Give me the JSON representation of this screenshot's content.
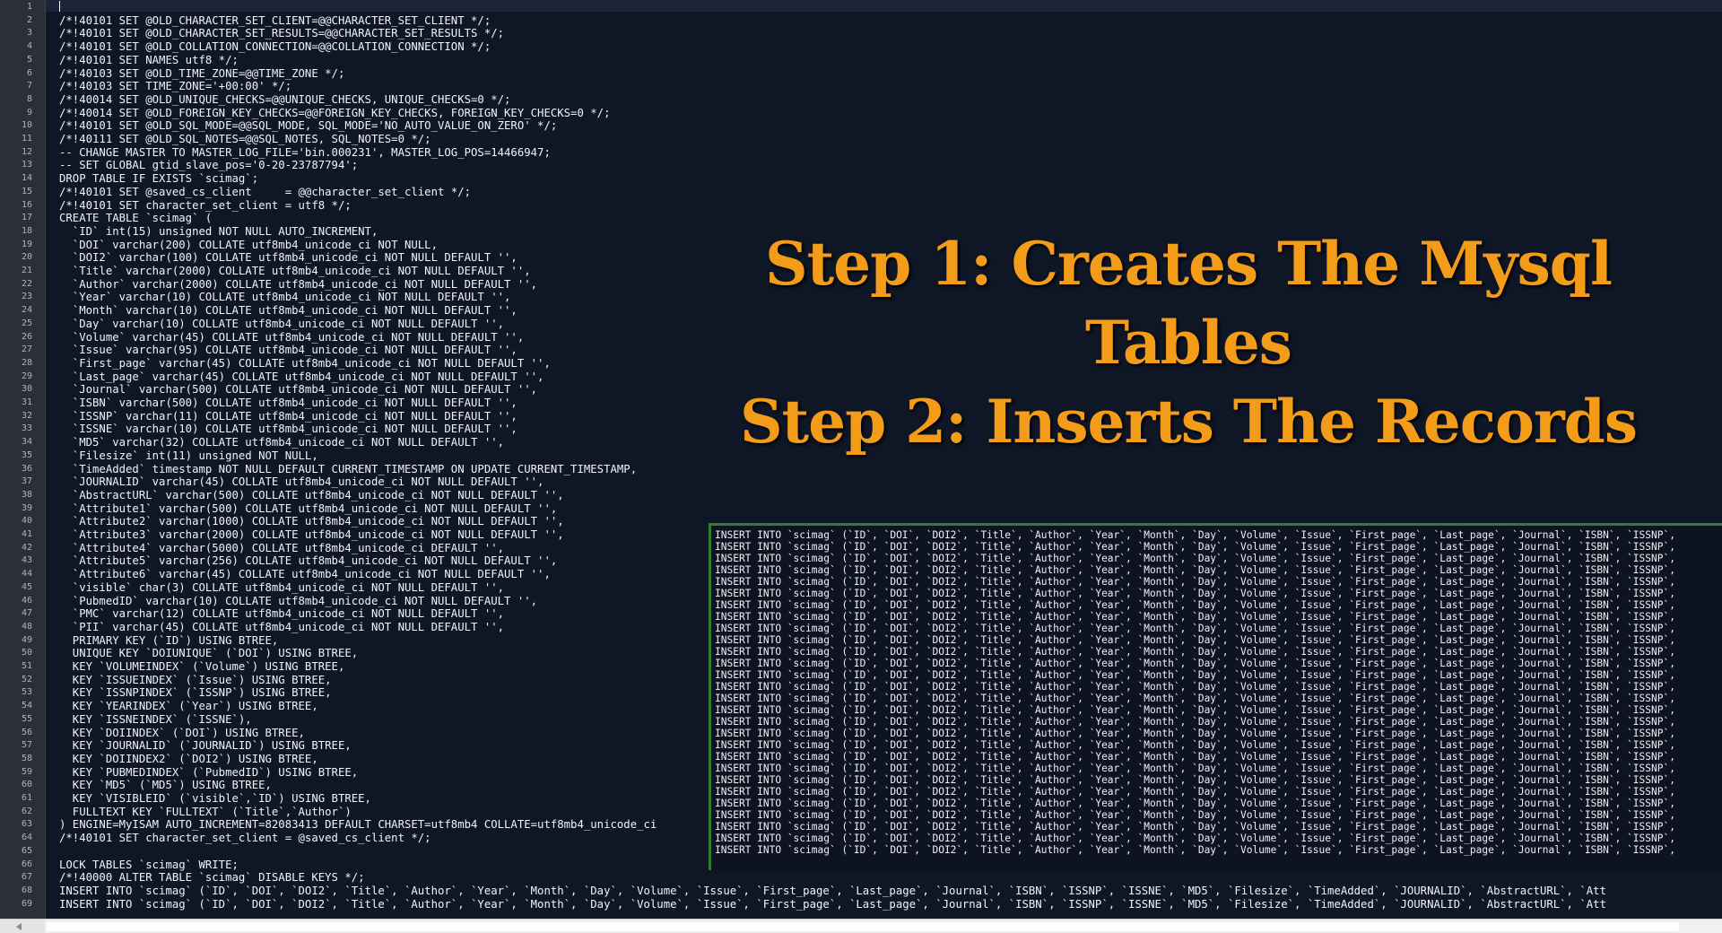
{
  "editor": {
    "gutter": [
      "1",
      "2",
      "3",
      "4",
      "5",
      "6",
      "7",
      "8",
      "9",
      "10",
      "11",
      "12",
      "13",
      "14",
      "15",
      "16",
      "17",
      "18",
      "19",
      "20",
      "21",
      "22",
      "23",
      "24",
      "25",
      "26",
      "27",
      "28",
      "29",
      "30",
      "31",
      "32",
      "33",
      "34",
      "35",
      "36",
      "37",
      "38",
      "39",
      "40",
      "41",
      "42",
      "43",
      "44",
      "45",
      "46",
      "47",
      "48",
      "49",
      "50",
      "51",
      "52",
      "53",
      "54",
      "55",
      "56",
      "57",
      "58",
      "59",
      "60",
      "61",
      "62",
      "63",
      "64",
      "65",
      "66",
      "67",
      "68",
      "69"
    ],
    "lines": [
      "",
      "/*!40101 SET @OLD_CHARACTER_SET_CLIENT=@@CHARACTER_SET_CLIENT */;",
      "/*!40101 SET @OLD_CHARACTER_SET_RESULTS=@@CHARACTER_SET_RESULTS */;",
      "/*!40101 SET @OLD_COLLATION_CONNECTION=@@COLLATION_CONNECTION */;",
      "/*!40101 SET NAMES utf8 */;",
      "/*!40103 SET @OLD_TIME_ZONE=@@TIME_ZONE */;",
      "/*!40103 SET TIME_ZONE='+00:00' */;",
      "/*!40014 SET @OLD_UNIQUE_CHECKS=@@UNIQUE_CHECKS, UNIQUE_CHECKS=0 */;",
      "/*!40014 SET @OLD_FOREIGN_KEY_CHECKS=@@FOREIGN_KEY_CHECKS, FOREIGN_KEY_CHECKS=0 */;",
      "/*!40101 SET @OLD_SQL_MODE=@@SQL_MODE, SQL_MODE='NO_AUTO_VALUE_ON_ZERO' */;",
      "/*!40111 SET @OLD_SQL_NOTES=@@SQL_NOTES, SQL_NOTES=0 */;",
      "-- CHANGE MASTER TO MASTER_LOG_FILE='bin.000231', MASTER_LOG_POS=14466947;",
      "-- SET GLOBAL gtid_slave_pos='0-20-23787794';",
      "DROP TABLE IF EXISTS `scimag`;",
      "/*!40101 SET @saved_cs_client     = @@character_set_client */;",
      "/*!40101 SET character_set_client = utf8 */;",
      "CREATE TABLE `scimag` (",
      "  `ID` int(15) unsigned NOT NULL AUTO_INCREMENT,",
      "  `DOI` varchar(200) COLLATE utf8mb4_unicode_ci NOT NULL,",
      "  `DOI2` varchar(100) COLLATE utf8mb4_unicode_ci NOT NULL DEFAULT '',",
      "  `Title` varchar(2000) COLLATE utf8mb4_unicode_ci NOT NULL DEFAULT '',",
      "  `Author` varchar(2000) COLLATE utf8mb4_unicode_ci NOT NULL DEFAULT '',",
      "  `Year` varchar(10) COLLATE utf8mb4_unicode_ci NOT NULL DEFAULT '',",
      "  `Month` varchar(10) COLLATE utf8mb4_unicode_ci NOT NULL DEFAULT '',",
      "  `Day` varchar(10) COLLATE utf8mb4_unicode_ci NOT NULL DEFAULT '',",
      "  `Volume` varchar(45) COLLATE utf8mb4_unicode_ci NOT NULL DEFAULT '',",
      "  `Issue` varchar(95) COLLATE utf8mb4_unicode_ci NOT NULL DEFAULT '',",
      "  `First_page` varchar(45) COLLATE utf8mb4_unicode_ci NOT NULL DEFAULT '',",
      "  `Last_page` varchar(45) COLLATE utf8mb4_unicode_ci NOT NULL DEFAULT '',",
      "  `Journal` varchar(500) COLLATE utf8mb4_unicode_ci NOT NULL DEFAULT '',",
      "  `ISBN` varchar(500) COLLATE utf8mb4_unicode_ci NOT NULL DEFAULT '',",
      "  `ISSNP` varchar(11) COLLATE utf8mb4_unicode_ci NOT NULL DEFAULT '',",
      "  `ISSNE` varchar(10) COLLATE utf8mb4_unicode_ci NOT NULL DEFAULT '',",
      "  `MD5` varchar(32) COLLATE utf8mb4_unicode_ci NOT NULL DEFAULT '',",
      "  `Filesize` int(11) unsigned NOT NULL,",
      "  `TimeAdded` timestamp NOT NULL DEFAULT CURRENT_TIMESTAMP ON UPDATE CURRENT_TIMESTAMP,",
      "  `JOURNALID` varchar(45) COLLATE utf8mb4_unicode_ci NOT NULL DEFAULT '',",
      "  `AbstractURL` varchar(500) COLLATE utf8mb4_unicode_ci NOT NULL DEFAULT '',",
      "  `Attribute1` varchar(500) COLLATE utf8mb4_unicode_ci NOT NULL DEFAULT '',",
      "  `Attribute2` varchar(1000) COLLATE utf8mb4_unicode_ci NOT NULL DEFAULT '',",
      "  `Attribute3` varchar(2000) COLLATE utf8mb4_unicode_ci NOT NULL DEFAULT '',",
      "  `Attribute4` varchar(5000) COLLATE utf8mb4_unicode_ci DEFAULT '',",
      "  `Attribute5` varchar(256) COLLATE utf8mb4_unicode_ci NOT NULL DEFAULT '',",
      "  `Attribute6` varchar(45) COLLATE utf8mb4_unicode_ci NOT NULL DEFAULT '',",
      "  `visible` char(3) COLLATE utf8mb4_unicode_ci NOT NULL DEFAULT '',",
      "  `PubmedID` varchar(10) COLLATE utf8mb4_unicode_ci NOT NULL DEFAULT '',",
      "  `PMC` varchar(12) COLLATE utf8mb4_unicode_ci NOT NULL DEFAULT '',",
      "  `PII` varchar(45) COLLATE utf8mb4_unicode_ci NOT NULL DEFAULT '',",
      "  PRIMARY KEY (`ID`) USING BTREE,",
      "  UNIQUE KEY `DOIUNIQUE` (`DOI`) USING BTREE,",
      "  KEY `VOLUMEINDEX` (`Volume`) USING BTREE,",
      "  KEY `ISSUEINDEX` (`Issue`) USING BTREE,",
      "  KEY `ISSNPINDEX` (`ISSNP`) USING BTREE,",
      "  KEY `YEARINDEX` (`Year`) USING BTREE,",
      "  KEY `ISSNEINDEX` (`ISSNE`),",
      "  KEY `DOIINDEX` (`DOI`) USING BTREE,",
      "  KEY `JOURNALID` (`JOURNALID`) USING BTREE,",
      "  KEY `DOIINDEX2` (`DOI2`) USING BTREE,",
      "  KEY `PUBMEDINDEX` (`PubmedID`) USING BTREE,",
      "  KEY `MD5` (`MD5`) USING BTREE,",
      "  KEY `VISIBLEID` (`visible`,`ID`) USING BTREE,",
      "  FULLTEXT KEY `FULLTEXT` (`Title`,`Author`)",
      ") ENGINE=MyISAM AUTO_INCREMENT=82083413 DEFAULT CHARSET=utf8mb4 COLLATE=utf8mb4_unicode_ci",
      "/*!40101 SET character_set_client = @saved_cs_client */;",
      "",
      "LOCK TABLES `scimag` WRITE;",
      "/*!40000 ALTER TABLE `scimag` DISABLE KEYS */;",
      "INSERT INTO `scimag` (`ID`, `DOI`, `DOI2`, `Title`, `Author`, `Year`, `Month`, `Day`, `Volume`, `Issue`, `First_page`, `Last_page`, `Journal`, `ISBN`, `ISSNP`, `ISSNE`, `MD5`, `Filesize`, `TimeAdded`, `JOURNALID`, `AbstractURL`, `Att",
      "INSERT INTO `scimag` (`ID`, `DOI`, `DOI2`, `Title`, `Author`, `Year`, `Month`, `Day`, `Volume`, `Issue`, `First_page`, `Last_page`, `Journal`, `ISBN`, `ISSNP`, `ISSNE`, `MD5`, `Filesize`, `TimeAdded`, `JOURNALID`, `AbstractURL`, `Att"
    ]
  },
  "overlay": {
    "lines": [
      "INSERT INTO `scimag` (`ID`, `DOI`, `DOI2`, `Title`, `Author`, `Year`, `Month`, `Day`, `Volume`, `Issue`, `First_page`, `Last_page`, `Journal`, `ISBN`, `ISSNP`,",
      "INSERT INTO `scimag` (`ID`, `DOI`, `DOI2`, `Title`, `Author`, `Year`, `Month`, `Day`, `Volume`, `Issue`, `First_page`, `Last_page`, `Journal`, `ISBN`, `ISSNP`,",
      "INSERT INTO `scimag` (`ID`, `DOI`, `DOI2`, `Title`, `Author`, `Year`, `Month`, `Day`, `Volume`, `Issue`, `First_page`, `Last_page`, `Journal`, `ISBN`, `ISSNP`,",
      "INSERT INTO `scimag` (`ID`, `DOI`, `DOI2`, `Title`, `Author`, `Year`, `Month`, `Day`, `Volume`, `Issue`, `First_page`, `Last_page`, `Journal`, `ISBN`, `ISSNP`,",
      "INSERT INTO `scimag` (`ID`, `DOI`, `DOI2`, `Title`, `Author`, `Year`, `Month`, `Day`, `Volume`, `Issue`, `First_page`, `Last_page`, `Journal`, `ISBN`, `ISSNP`,",
      "INSERT INTO `scimag` (`ID`, `DOI`, `DOI2`, `Title`, `Author`, `Year`, `Month`, `Day`, `Volume`, `Issue`, `First_page`, `Last_page`, `Journal`, `ISBN`, `ISSNP`,",
      "INSERT INTO `scimag` (`ID`, `DOI`, `DOI2`, `Title`, `Author`, `Year`, `Month`, `Day`, `Volume`, `Issue`, `First_page`, `Last_page`, `Journal`, `ISBN`, `ISSNP`,",
      "INSERT INTO `scimag` (`ID`, `DOI`, `DOI2`, `Title`, `Author`, `Year`, `Month`, `Day`, `Volume`, `Issue`, `First_page`, `Last_page`, `Journal`, `ISBN`, `ISSNP`,",
      "INSERT INTO `scimag` (`ID`, `DOI`, `DOI2`, `Title`, `Author`, `Year`, `Month`, `Day`, `Volume`, `Issue`, `First_page`, `Last_page`, `Journal`, `ISBN`, `ISSNP`,",
      "INSERT INTO `scimag` (`ID`, `DOI`, `DOI2`, `Title`, `Author`, `Year`, `Month`, `Day`, `Volume`, `Issue`, `First_page`, `Last_page`, `Journal`, `ISBN`, `ISSNP`,",
      "INSERT INTO `scimag` (`ID`, `DOI`, `DOI2`, `Title`, `Author`, `Year`, `Month`, `Day`, `Volume`, `Issue`, `First_page`, `Last_page`, `Journal`, `ISBN`, `ISSNP`,",
      "INSERT INTO `scimag` (`ID`, `DOI`, `DOI2`, `Title`, `Author`, `Year`, `Month`, `Day`, `Volume`, `Issue`, `First_page`, `Last_page`, `Journal`, `ISBN`, `ISSNP`,",
      "INSERT INTO `scimag` (`ID`, `DOI`, `DOI2`, `Title`, `Author`, `Year`, `Month`, `Day`, `Volume`, `Issue`, `First_page`, `Last_page`, `Journal`, `ISBN`, `ISSNP`,",
      "INSERT INTO `scimag` (`ID`, `DOI`, `DOI2`, `Title`, `Author`, `Year`, `Month`, `Day`, `Volume`, `Issue`, `First_page`, `Last_page`, `Journal`, `ISBN`, `ISSNP`,",
      "INSERT INTO `scimag` (`ID`, `DOI`, `DOI2`, `Title`, `Author`, `Year`, `Month`, `Day`, `Volume`, `Issue`, `First_page`, `Last_page`, `Journal`, `ISBN`, `ISSNP`,",
      "INSERT INTO `scimag` (`ID`, `DOI`, `DOI2`, `Title`, `Author`, `Year`, `Month`, `Day`, `Volume`, `Issue`, `First_page`, `Last_page`, `Journal`, `ISBN`, `ISSNP`,",
      "INSERT INTO `scimag` (`ID`, `DOI`, `DOI2`, `Title`, `Author`, `Year`, `Month`, `Day`, `Volume`, `Issue`, `First_page`, `Last_page`, `Journal`, `ISBN`, `ISSNP`,",
      "INSERT INTO `scimag` (`ID`, `DOI`, `DOI2`, `Title`, `Author`, `Year`, `Month`, `Day`, `Volume`, `Issue`, `First_page`, `Last_page`, `Journal`, `ISBN`, `ISSNP`,",
      "INSERT INTO `scimag` (`ID`, `DOI`, `DOI2`, `Title`, `Author`, `Year`, `Month`, `Day`, `Volume`, `Issue`, `First_page`, `Last_page`, `Journal`, `ISBN`, `ISSNP`,",
      "INSERT INTO `scimag` (`ID`, `DOI`, `DOI2`, `Title`, `Author`, `Year`, `Month`, `Day`, `Volume`, `Issue`, `First_page`, `Last_page`, `Journal`, `ISBN`, `ISSNP`,",
      "INSERT INTO `scimag` (`ID`, `DOI`, `DOI2`, `Title`, `Author`, `Year`, `Month`, `Day`, `Volume`, `Issue`, `First_page`, `Last_page`, `Journal`, `ISBN`, `ISSNP`,",
      "INSERT INTO `scimag` (`ID`, `DOI`, `DOI2`, `Title`, `Author`, `Year`, `Month`, `Day`, `Volume`, `Issue`, `First_page`, `Last_page`, `Journal`, `ISBN`, `ISSNP`,",
      "INSERT INTO `scimag` (`ID`, `DOI`, `DOI2`, `Title`, `Author`, `Year`, `Month`, `Day`, `Volume`, `Issue`, `First_page`, `Last_page`, `Journal`, `ISBN`, `ISSNP`,",
      "INSERT INTO `scimag` (`ID`, `DOI`, `DOI2`, `Title`, `Author`, `Year`, `Month`, `Day`, `Volume`, `Issue`, `First_page`, `Last_page`, `Journal`, `ISBN`, `ISSNP`,",
      "INSERT INTO `scimag` (`ID`, `DOI`, `DOI2`, `Title`, `Author`, `Year`, `Month`, `Day`, `Volume`, `Issue`, `First_page`, `Last_page`, `Journal`, `ISBN`, `ISSNP`,",
      "INSERT INTO `scimag` (`ID`, `DOI`, `DOI2`, `Title`, `Author`, `Year`, `Month`, `Day`, `Volume`, `Issue`, `First_page`, `Last_page`, `Journal`, `ISBN`, `ISSNP`,",
      "INSERT INTO `scimag` (`ID`, `DOI`, `DOI2`, `Title`, `Author`, `Year`, `Month`, `Day`, `Volume`, `Issue`, `First_page`, `Last_page`, `Journal`, `ISBN`, `ISSNP`,",
      "INSERT INTO `scimag` (`ID`, `DOI`, `DOI2`, `Title`, `Author`, `Year`, `Month`, `Day`, `Volume`, `Issue`, `First_page`, `Last_page`, `Journal`, `ISBN`, `ISSNP`,"
    ]
  },
  "caption": {
    "line1": "Step 1: Creates The Mysql Tables",
    "line2": "Step 2: Inserts The Records"
  },
  "colors": {
    "background": "#0f1626",
    "gutter": "#2b2f36",
    "caption": "#f39c1a",
    "overlay_border": "#2e7d32"
  }
}
